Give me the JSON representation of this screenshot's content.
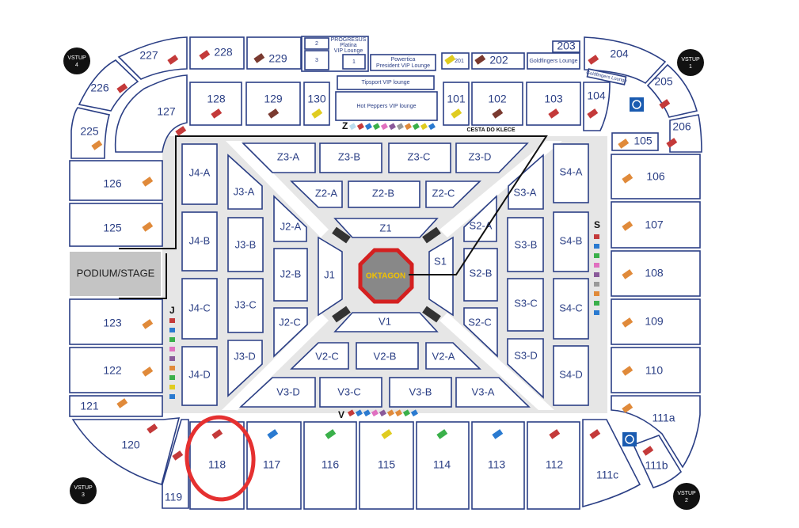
{
  "stage": {
    "label": "PODIUM/STAGE"
  },
  "octagon": {
    "label": "OKTAGON"
  },
  "road": {
    "label": "CESTA DO KLECE"
  },
  "row_markers": {
    "z": "Z",
    "v": "V",
    "j": "J",
    "s": "S"
  },
  "entrances": [
    {
      "line1": "VSTUP",
      "line2": "4"
    },
    {
      "line1": "VSTUP",
      "line2": "1"
    },
    {
      "line1": "VSTUP",
      "line2": "3"
    },
    {
      "line1": "VSTUP",
      "line2": "2"
    }
  ],
  "vip": {
    "progresus_title": "PROGRESUS",
    "progresus_sub1": "Platina",
    "progresus_sub2": "VIP Lounge",
    "box2": "2",
    "box3": "3",
    "box1": "1",
    "powertica1": "Powertica",
    "powertica2": "President VIP Lounge",
    "tipsport": "Tipsport VIP lounge",
    "hotpeppers": "Hot Peppers VIP lounge",
    "goldfingers": "Goldfingers Lounge",
    "goldfingers_small": "Goldfingers Lounge",
    "box201": "201",
    "box202": "202",
    "box203": "203"
  },
  "outer_sections": {
    "s227": "227",
    "s228": "228",
    "s229": "229",
    "s226": "226",
    "s225": "225",
    "s127": "127",
    "s128": "128",
    "s129": "129",
    "s130": "130",
    "s101": "101",
    "s102": "102",
    "s103": "103",
    "s104": "104",
    "s204": "204",
    "s205": "205",
    "s206": "206",
    "s105": "105",
    "s126": "126",
    "s125": "125",
    "s123": "123",
    "s122": "122",
    "s121": "121",
    "s120": "120",
    "s119": "119",
    "s118": "118",
    "s117": "117",
    "s116": "116",
    "s115": "115",
    "s114": "114",
    "s113": "113",
    "s112": "112",
    "s111c": "111c",
    "s111b": "111b",
    "s111a": "111a",
    "s106": "106",
    "s107": "107",
    "s108": "108",
    "s109": "109",
    "s110": "110"
  },
  "floor_sections": {
    "z3a": "Z3-A",
    "z3b": "Z3-B",
    "z3c": "Z3-C",
    "z3d": "Z3-D",
    "z2a": "Z2-A",
    "z2b": "Z2-B",
    "z2c": "Z2-C",
    "z1": "Z1",
    "j4a": "J4-A",
    "j4b": "J4-B",
    "j4c": "J4-C",
    "j4d": "J4-D",
    "j3a": "J3-A",
    "j3b": "J3-B",
    "j3c": "J3-C",
    "j3d": "J3-D",
    "j2a": "J2-A",
    "j2b": "J2-B",
    "j2c": "J2-C",
    "j1": "J1",
    "s4a": "S4-A",
    "s4b": "S4-B",
    "s4c": "S4-C",
    "s4d": "S4-D",
    "s3a": "S3-A",
    "s3b": "S3-B",
    "s3c": "S3-C",
    "s3d": "S3-D",
    "s2a": "S2-A",
    "s2b": "S2-B",
    "s2c": "S2-C",
    "s1": "S1",
    "v3a": "V3-A",
    "v3b": "V3-B",
    "v3c": "V3-C",
    "v3d": "V3-D",
    "v2a": "V2-A",
    "v2b": "V2-B",
    "v2c": "V2-C",
    "v1": "V1"
  },
  "colors": {
    "line": "#2b3f85",
    "floor": "#e6e6e6",
    "stage": "#c4c4c4",
    "octagon": "#d42020",
    "octagon_text": "#f2c200",
    "highlight": "#e53030",
    "ticket_red": "#c43a3a",
    "ticket_orange": "#e08a3a",
    "ticket_yellow": "#e0cc20",
    "ticket_brown": "#7a3a30",
    "ticket_blue": "#2a7ad0",
    "ticket_green": "#3ab04a",
    "ticket_pink": "#e070c0"
  }
}
